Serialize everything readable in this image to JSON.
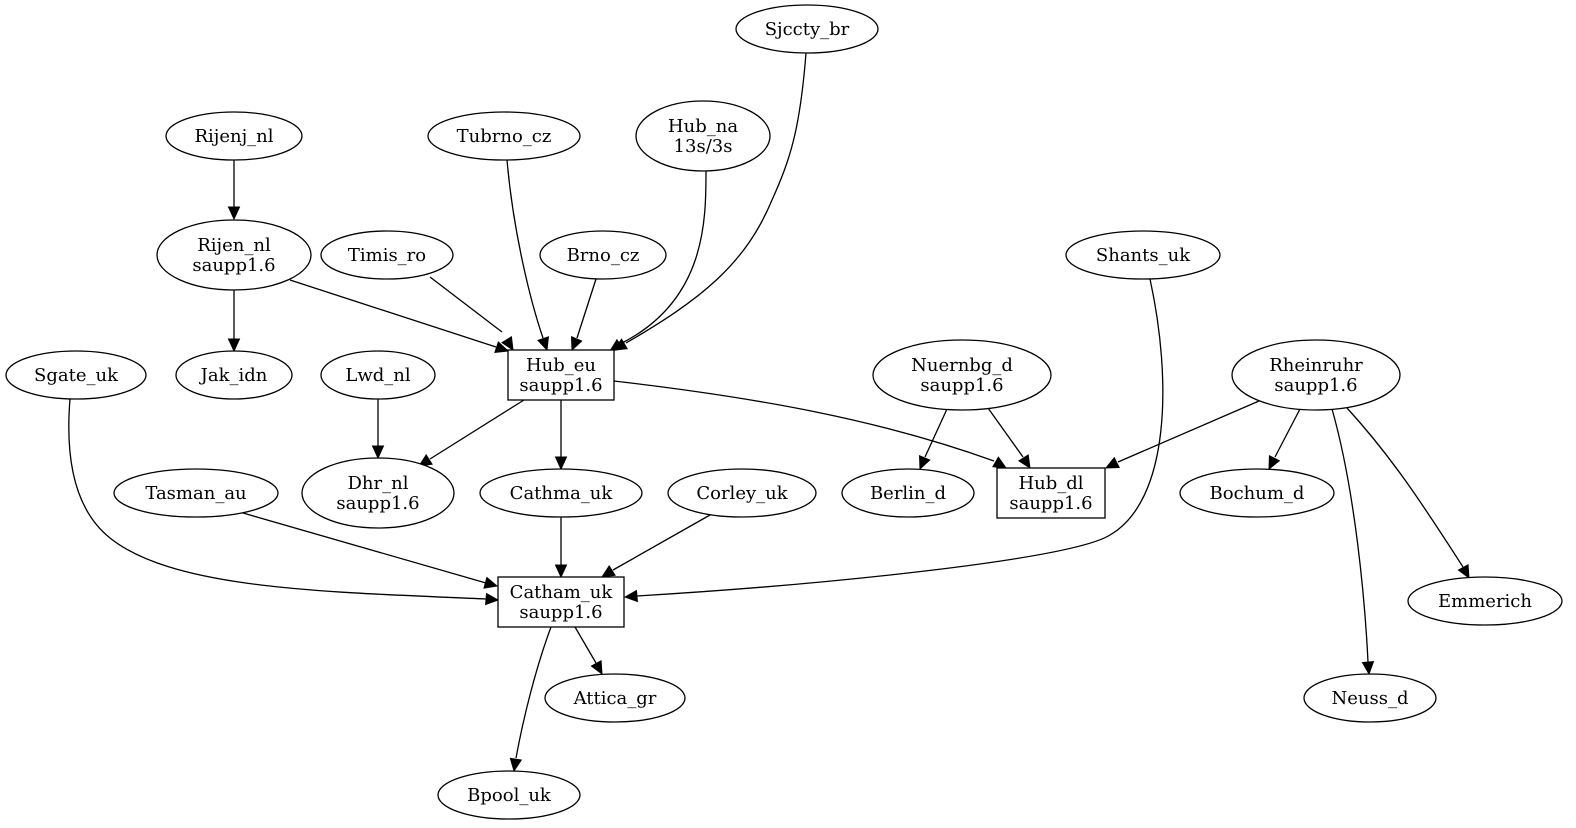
{
  "nodes": {
    "sjccty_br": {
      "lines": [
        "Sjccty_br"
      ]
    },
    "rijenj_nl": {
      "lines": [
        "Rijenj_nl"
      ]
    },
    "tubrno_cz": {
      "lines": [
        "Tubrno_cz"
      ]
    },
    "hub_na": {
      "lines": [
        "Hub_na",
        "13s/3s"
      ]
    },
    "rijen_nl": {
      "lines": [
        "Rijen_nl",
        "saupp1.6"
      ]
    },
    "timis_ro": {
      "lines": [
        "Timis_ro"
      ]
    },
    "brno_cz": {
      "lines": [
        "Brno_cz"
      ]
    },
    "shants_uk": {
      "lines": [
        "Shants_uk"
      ]
    },
    "sgate_uk": {
      "lines": [
        "Sgate_uk"
      ]
    },
    "jak_idn": {
      "lines": [
        "Jak_idn"
      ]
    },
    "lwd_nl": {
      "lines": [
        "Lwd_nl"
      ]
    },
    "hub_eu": {
      "lines": [
        "Hub_eu",
        "saupp1.6"
      ]
    },
    "nuernbg_d": {
      "lines": [
        "Nuernbg_d",
        "saupp1.6"
      ]
    },
    "rheinruhr": {
      "lines": [
        "Rheinruhr",
        "saupp1.6"
      ]
    },
    "tasman_au": {
      "lines": [
        "Tasman_au"
      ]
    },
    "dhr_nl": {
      "lines": [
        "Dhr_nl",
        "saupp1.6"
      ]
    },
    "cathma_uk": {
      "lines": [
        "Cathma_uk"
      ]
    },
    "corley_uk": {
      "lines": [
        "Corley_uk"
      ]
    },
    "berlin_d": {
      "lines": [
        "Berlin_d"
      ]
    },
    "hub_dl": {
      "lines": [
        "Hub_dl",
        "saupp1.6"
      ]
    },
    "bochum_d": {
      "lines": [
        "Bochum_d"
      ]
    },
    "catham_uk": {
      "lines": [
        "Catham_uk",
        "saupp1.6"
      ]
    },
    "emmerich": {
      "lines": [
        "Emmerich"
      ]
    },
    "attica_gr": {
      "lines": [
        "Attica_gr"
      ]
    },
    "neuss_d": {
      "lines": [
        "Neuss_d"
      ]
    },
    "bpool_uk": {
      "lines": [
        "Bpool_uk"
      ]
    }
  },
  "edges": [
    [
      "rijenj_nl",
      "rijen_nl"
    ],
    [
      "rijen_nl",
      "jak_idn"
    ],
    [
      "rijen_nl",
      "hub_eu"
    ],
    [
      "timis_ro",
      "hub_eu"
    ],
    [
      "tubrno_cz",
      "hub_eu"
    ],
    [
      "brno_cz",
      "hub_eu"
    ],
    [
      "hub_na",
      "hub_eu"
    ],
    [
      "sjccty_br",
      "hub_eu"
    ],
    [
      "lwd_nl",
      "dhr_nl"
    ],
    [
      "hub_eu",
      "dhr_nl"
    ],
    [
      "hub_eu",
      "cathma_uk"
    ],
    [
      "hub_eu",
      "hub_dl"
    ],
    [
      "nuernbg_d",
      "berlin_d"
    ],
    [
      "nuernbg_d",
      "hub_dl"
    ],
    [
      "rheinruhr",
      "hub_dl"
    ],
    [
      "rheinruhr",
      "bochum_d"
    ],
    [
      "rheinruhr",
      "neuss_d"
    ],
    [
      "rheinruhr",
      "emmerich"
    ],
    [
      "sgate_uk",
      "catham_uk"
    ],
    [
      "tasman_au",
      "catham_uk"
    ],
    [
      "cathma_uk",
      "catham_uk"
    ],
    [
      "corley_uk",
      "catham_uk"
    ],
    [
      "shants_uk",
      "catham_uk"
    ],
    [
      "catham_uk",
      "attica_gr"
    ],
    [
      "catham_uk",
      "bpool_uk"
    ]
  ]
}
